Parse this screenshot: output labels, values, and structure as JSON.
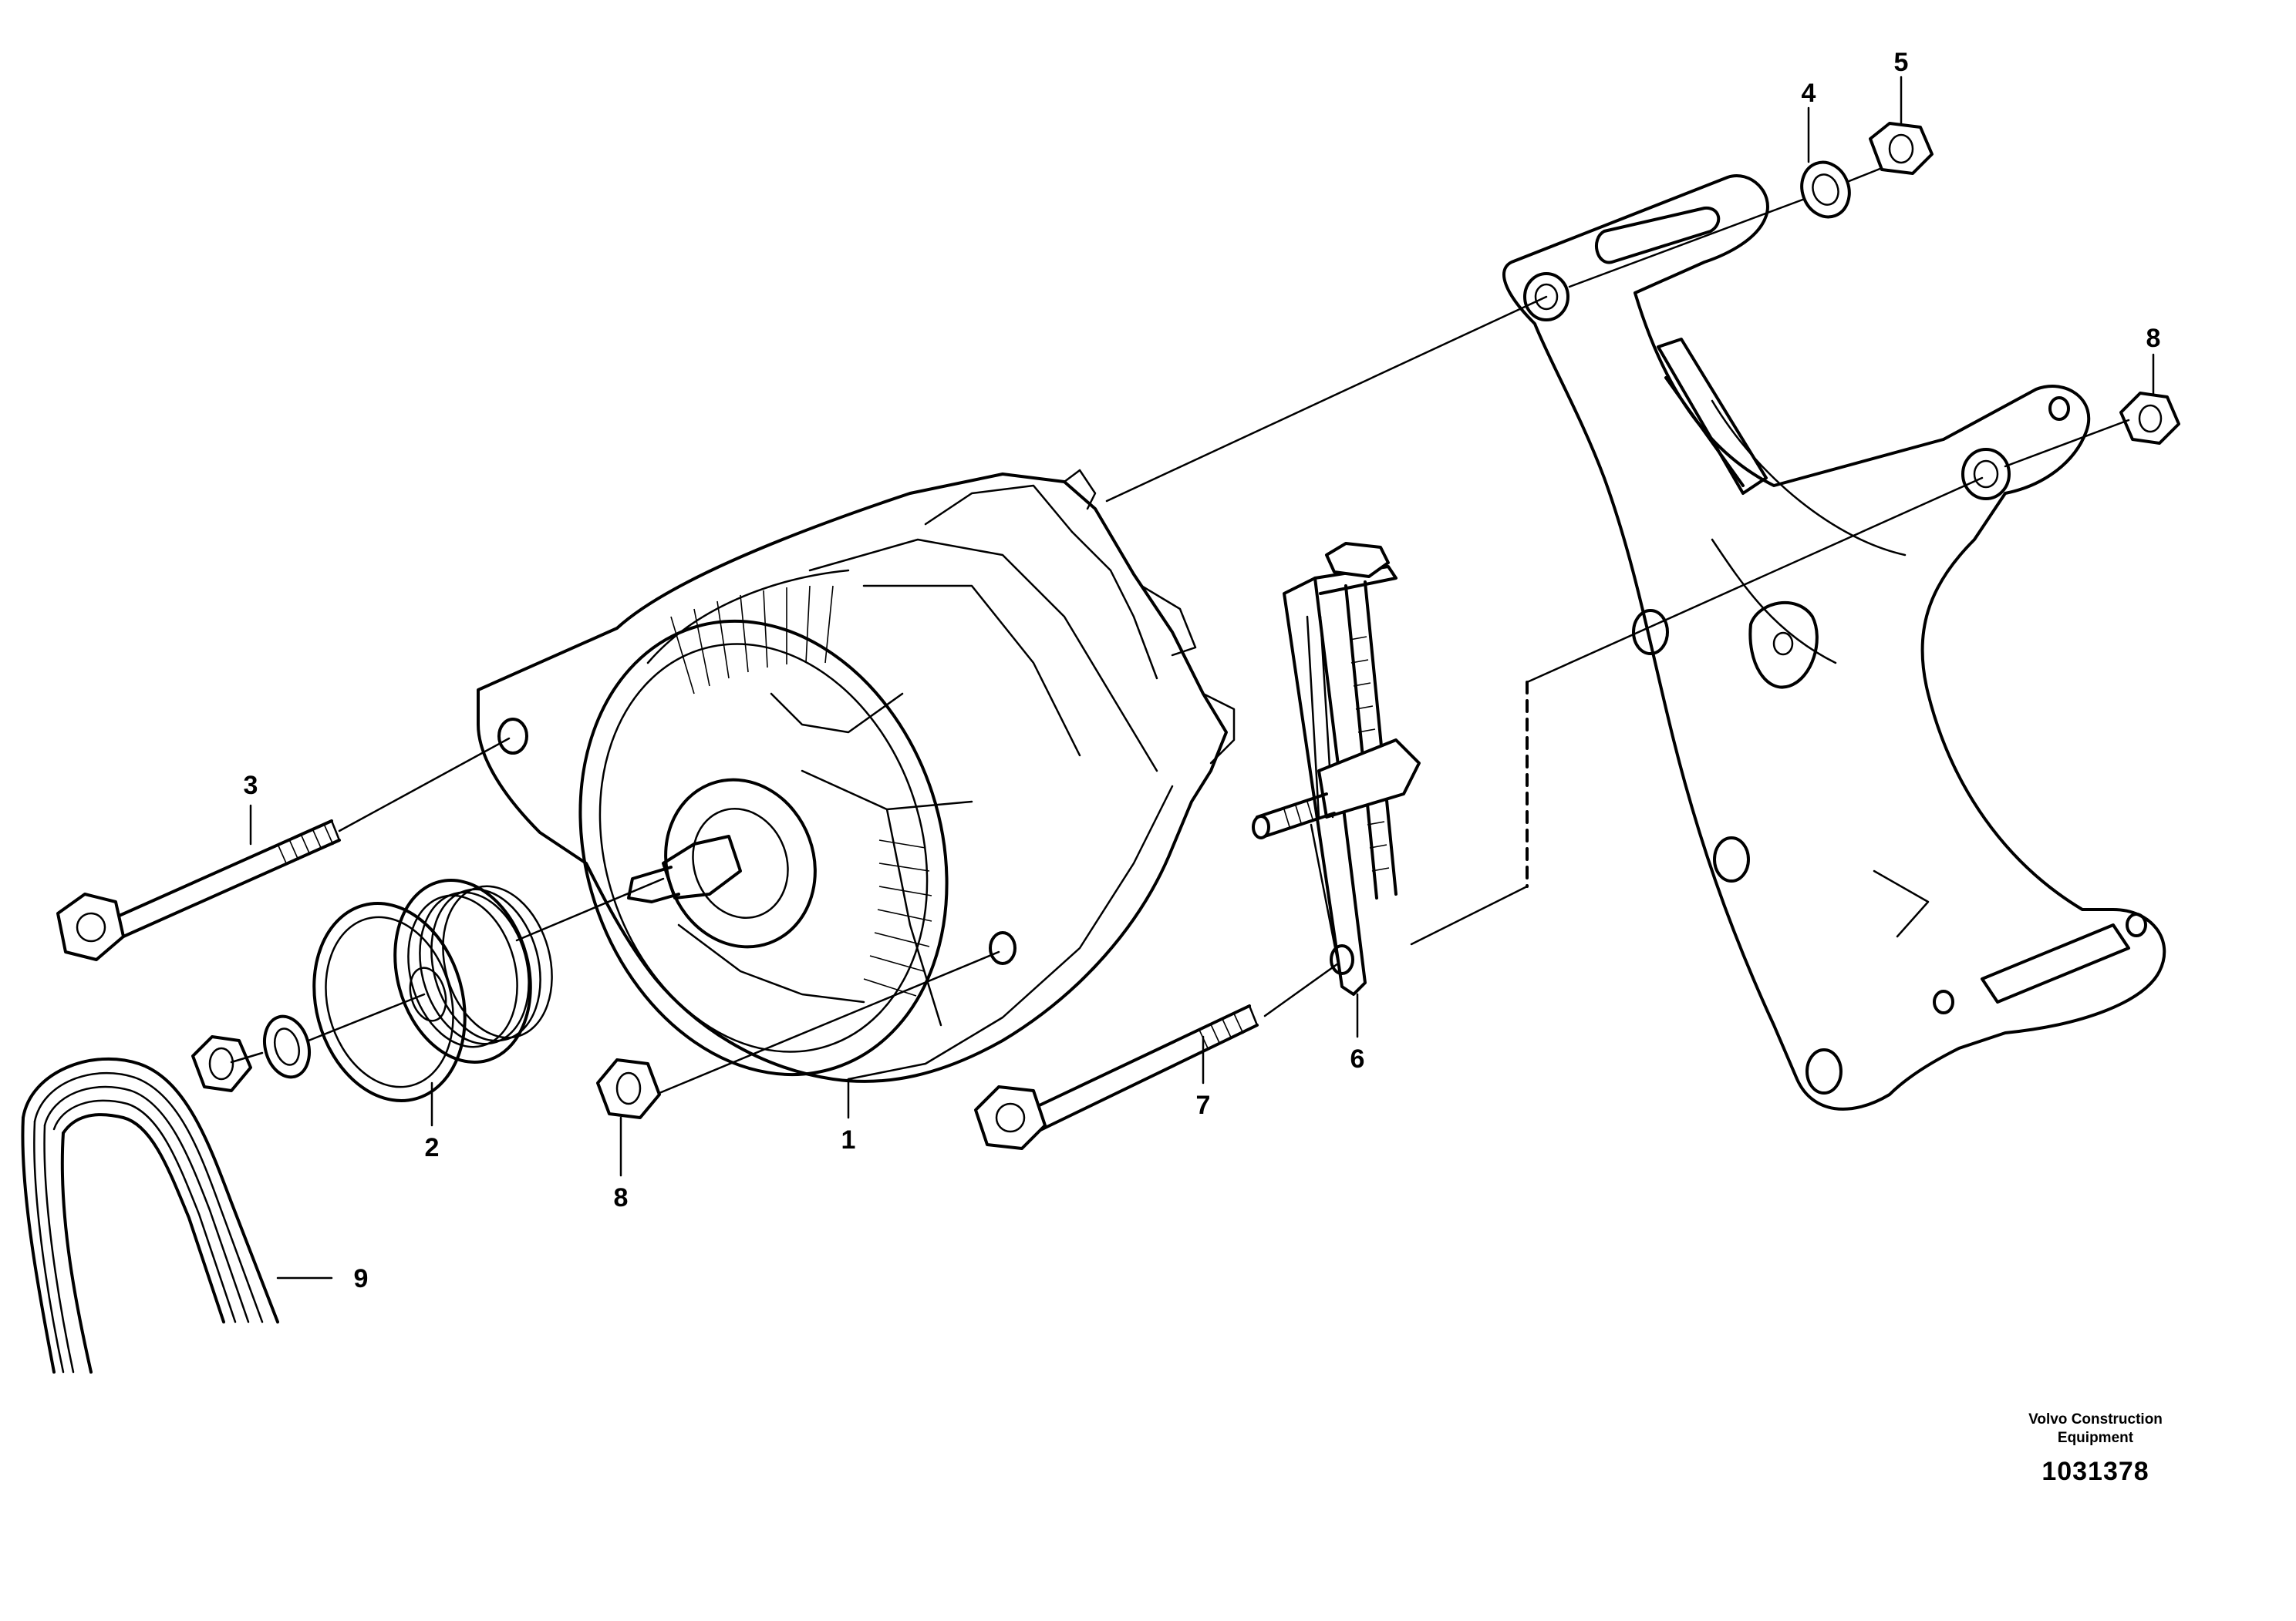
{
  "callouts": {
    "c1": "1",
    "c2": "2",
    "c3": "3",
    "c4": "4",
    "c5": "5",
    "c6": "6",
    "c7": "7",
    "c8a": "8",
    "c8b": "8",
    "c9": "9"
  },
  "footer": {
    "company_line1": "Volvo Construction",
    "company_line2": "Equipment",
    "figure_number": "1031378"
  }
}
